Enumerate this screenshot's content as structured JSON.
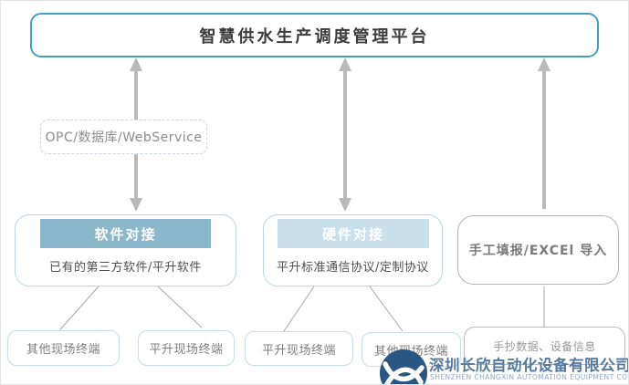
{
  "platform": {
    "title": "智慧供水生产调度管理平台"
  },
  "protocol_label": "OPC/数据库/WebService",
  "channels": {
    "software": {
      "header": "软件对接",
      "detail": "已有的第三方软件/平升软件"
    },
    "hardware": {
      "header": "硬件对接",
      "detail": "平升标准通信协议/定制协议"
    },
    "manual": {
      "label": "手工填报/EXCEl 导入"
    }
  },
  "terminals": {
    "software_left": "其他现场终端",
    "software_right": "平升现场终端",
    "hardware_left": "平升现场终端",
    "hardware_right": "其他现场终端",
    "manual_source": "手抄数据、设备信息"
  },
  "branding": {
    "company_cn": "深圳长欣自动化设备有限公司",
    "company_en": "SHENZHEN CHANGXIN AUTOMATION EQUIPMENT CO. LTD"
  },
  "colors": {
    "platform_border": "#459fc1",
    "software_header_bg": "#8bb7ca",
    "hardware_header_bg": "#c9dfe9",
    "blue_box_border": "#b9d6e2",
    "gray_box_border": "#b6b6b6",
    "arrow_gray": "#b9b9b9",
    "connector_gray": "#a8a8a8",
    "logo_blue": "#2a5684",
    "company_text": "#54799c"
  }
}
